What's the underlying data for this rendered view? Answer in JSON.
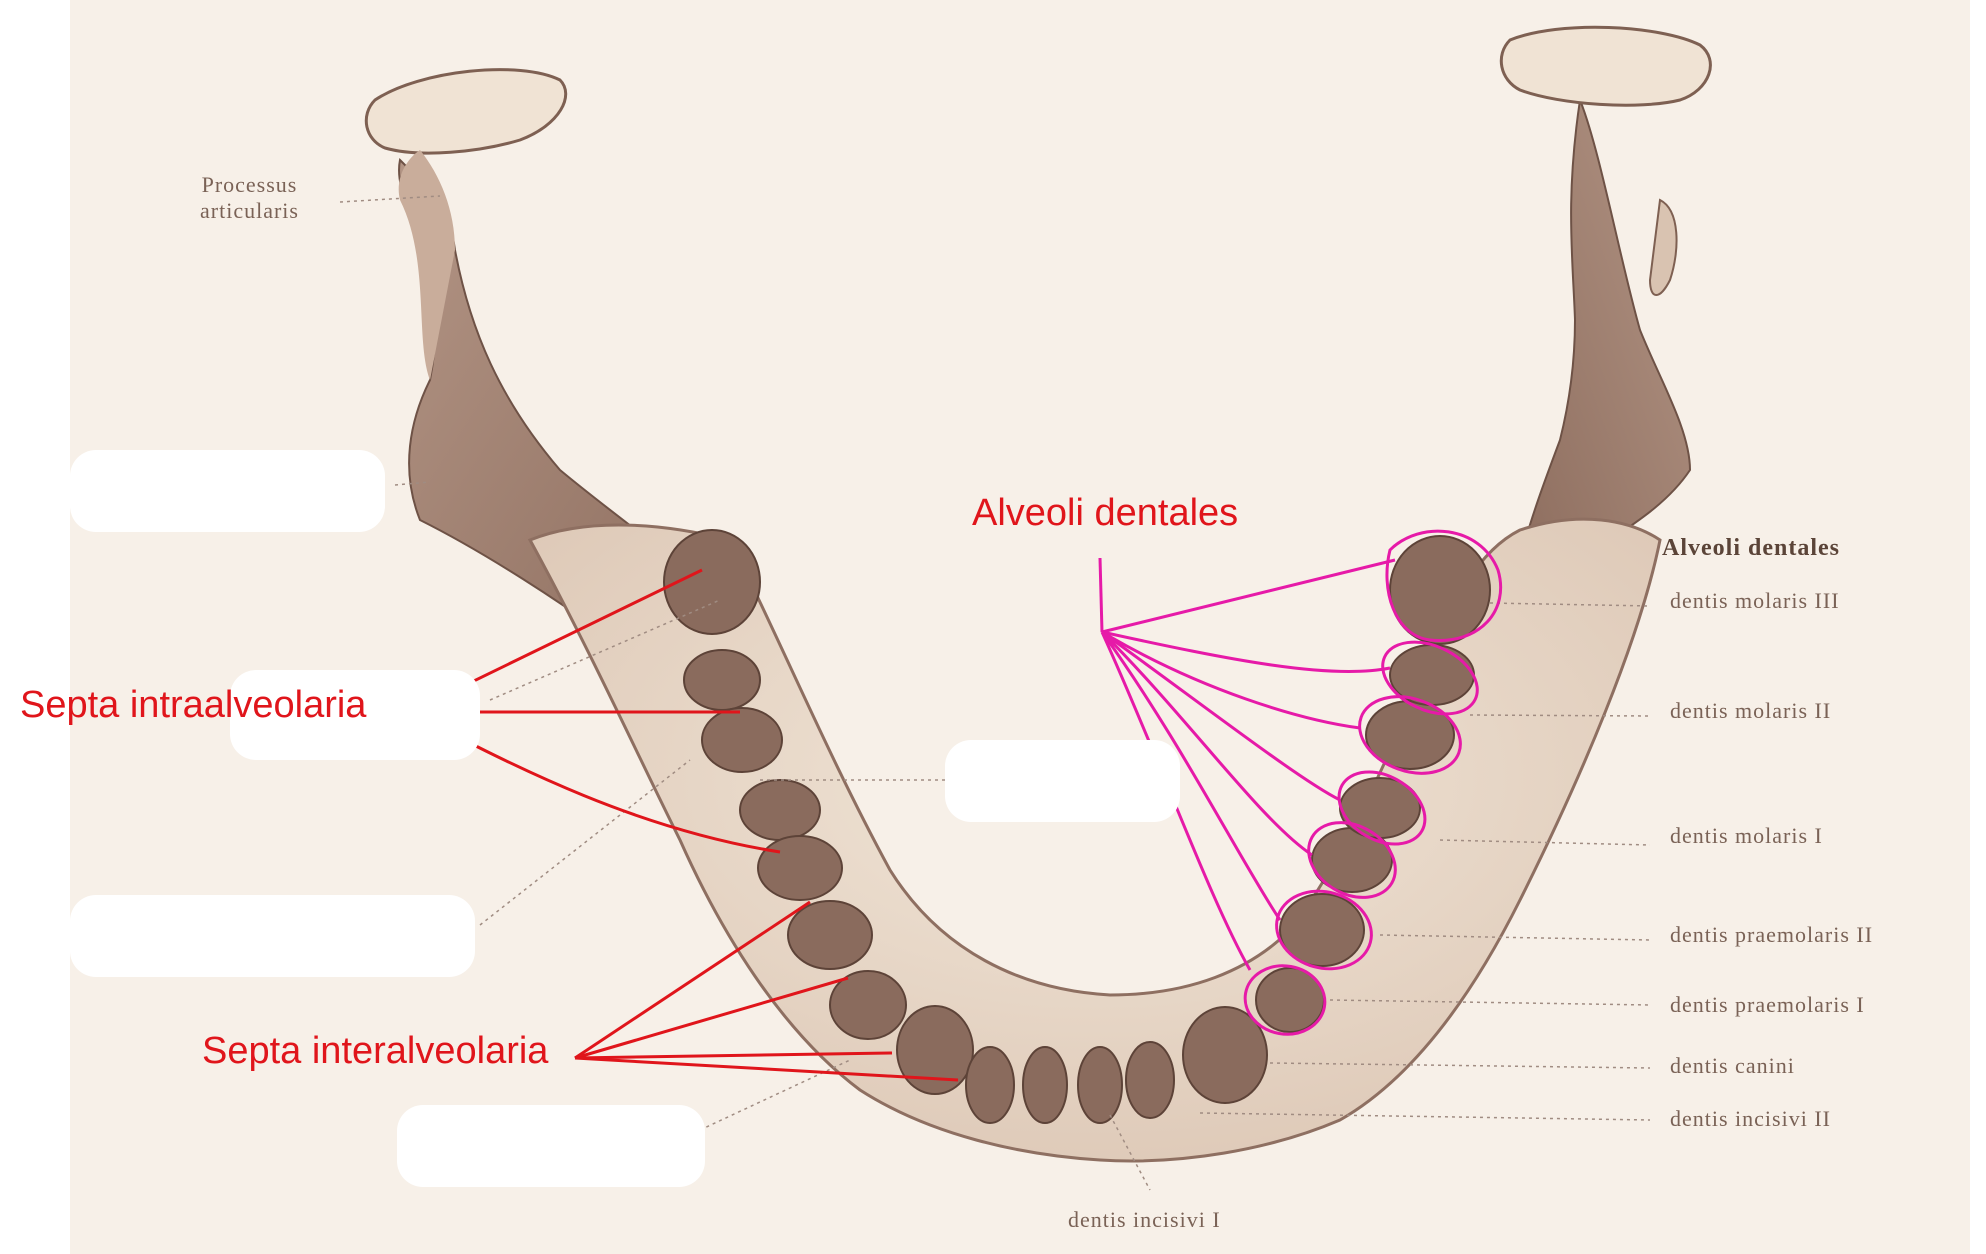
{
  "figure": {
    "original_labels": {
      "processus": [
        "Processus",
        "articularis"
      ],
      "alveoli_heading": "Alveoli dentales",
      "teeth": [
        "dentis molaris III",
        "dentis molaris II",
        "dentis molaris I",
        "dentis praemolaris II",
        "dentis praemolaris I",
        "dentis canini",
        "dentis incisivi II",
        "dentis incisivi I"
      ]
    },
    "annotations": {
      "septa_intra": "Septa intraalveolaria",
      "septa_inter": "Septa interalveolaria",
      "alveoli": "Alveoli dentales"
    },
    "colors": {
      "bone_light": "#efe2d3",
      "bone_dark": "#9c7c6c",
      "socket": "#8a6b5d",
      "red_annotation": "#e0151b",
      "magenta_annotation": "#e61aa8",
      "label_text": "#7a6256"
    }
  }
}
